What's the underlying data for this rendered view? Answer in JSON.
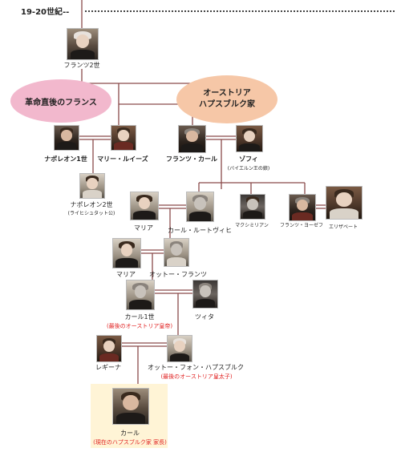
{
  "header": {
    "era": "19-20世紀--"
  },
  "groups": {
    "france": "革命直後のフランス",
    "austria_line1": "オーストリア",
    "austria_line2": "ハプスブルク家"
  },
  "people": {
    "franz2": {
      "name": "フランツ2世"
    },
    "napoleon1": {
      "name": "ナポレオン1世"
    },
    "marie_louise": {
      "name": "マリー・ルイーズ"
    },
    "franz_karl": {
      "name": "フランツ・カール"
    },
    "sophie": {
      "name": "ゾフィ",
      "note": "(バイエルン王の娘)"
    },
    "napoleon2": {
      "name": "ナポレオン2世",
      "note": "(ライヒシュタット公)"
    },
    "maria1": {
      "name": "マリア"
    },
    "karl_ludwig": {
      "name": "カール・ルートヴィヒ"
    },
    "maximilian": {
      "name": "マクシミリアン"
    },
    "franz_joseph": {
      "name": "フランツ・ヨーゼフ"
    },
    "elisabeth": {
      "name": "エリザベート"
    },
    "maria2": {
      "name": "マリア"
    },
    "otto_franz": {
      "name": "オットー・フランツ"
    },
    "karl1": {
      "name": "カール1世",
      "note": "(最後のオーストリア皇帝)"
    },
    "zita": {
      "name": "ツィタ"
    },
    "regina": {
      "name": "レギーナ"
    },
    "otto_habsburg": {
      "name": "オットー・フォン・ハプスブルク",
      "note": "(最後のオーストリア皇太子)"
    },
    "karl": {
      "name": "カール",
      "note": "(現在のハプスブルク家 家長)"
    }
  },
  "colors": {
    "line": "#8a4a4a",
    "accent_red": "#e02020",
    "france_oval": "#f2b8cd",
    "austria_oval": "#f6c7a7",
    "highlight": "#fff4d6"
  }
}
